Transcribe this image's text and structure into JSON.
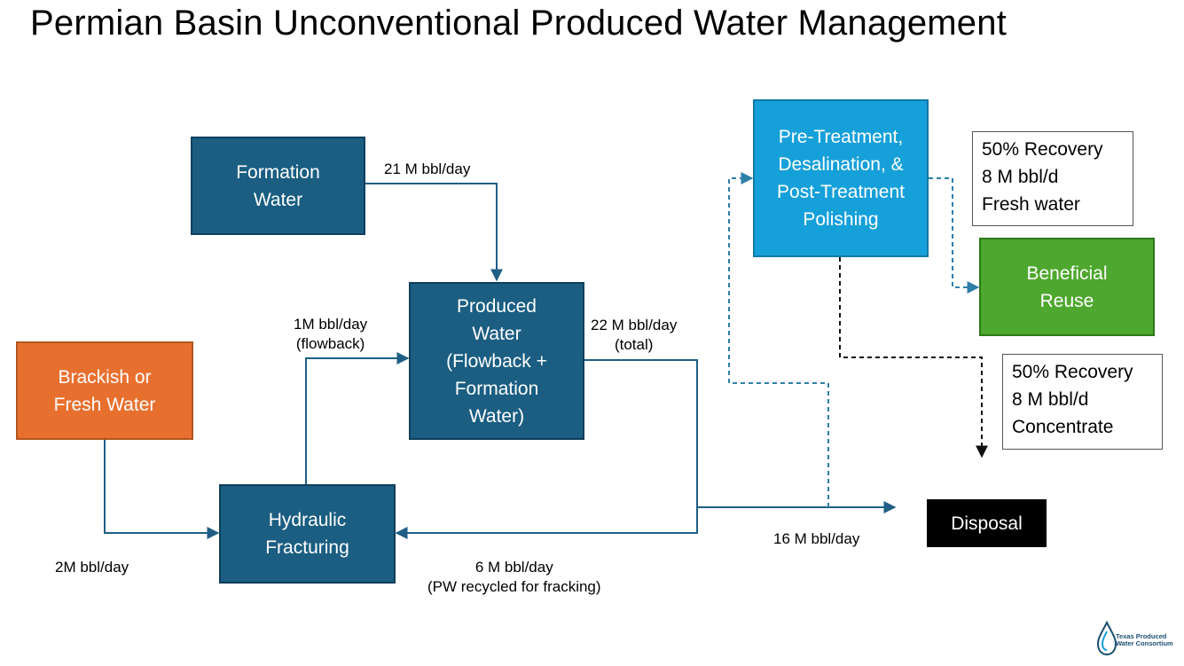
{
  "title": "Permian Basin Unconventional Produced Water Management",
  "nodes": {
    "formation": [
      "Formation",
      "Water"
    ],
    "brackish": [
      "Brackish or",
      "Fresh Water"
    ],
    "produced": [
      "Produced",
      "Water",
      "(Flowback +",
      "Formation",
      "Water)"
    ],
    "fracking": [
      "Hydraulic",
      "Fracturing"
    ],
    "treatment": [
      "Pre-Treatment,",
      "Desalination, &",
      "Post-Treatment",
      "Polishing"
    ],
    "reuse": [
      "Beneficial",
      "Reuse"
    ],
    "disposal": "Disposal"
  },
  "notes": {
    "fresh": [
      "50% Recovery",
      "8 M bbl/d",
      "Fresh water"
    ],
    "concentrate": [
      "50% Recovery",
      "8 M bbl/d",
      "Concentrate"
    ]
  },
  "flows": {
    "formation_to_produced": "21 M bbl/day",
    "flowback": [
      "1M bbl/day",
      "(flowback)"
    ],
    "total": [
      "22 M bbl/day",
      "(total)"
    ],
    "brackish_in": "2M bbl/day",
    "recycled": [
      "6 M bbl/day",
      "(PW recycled for fracking)"
    ],
    "disposal": "16 M bbl/day"
  },
  "logo": [
    "Texas Produced",
    "Water Consortium"
  ],
  "colors": {
    "dark_blue": "#1b5e82",
    "orange": "#e8702f",
    "light_blue": "#16a0d9",
    "green": "#4ea72e",
    "disposal": "#000000",
    "arrow_blue": "#1f5f86",
    "dashed_blue": "#2d7fa8"
  }
}
